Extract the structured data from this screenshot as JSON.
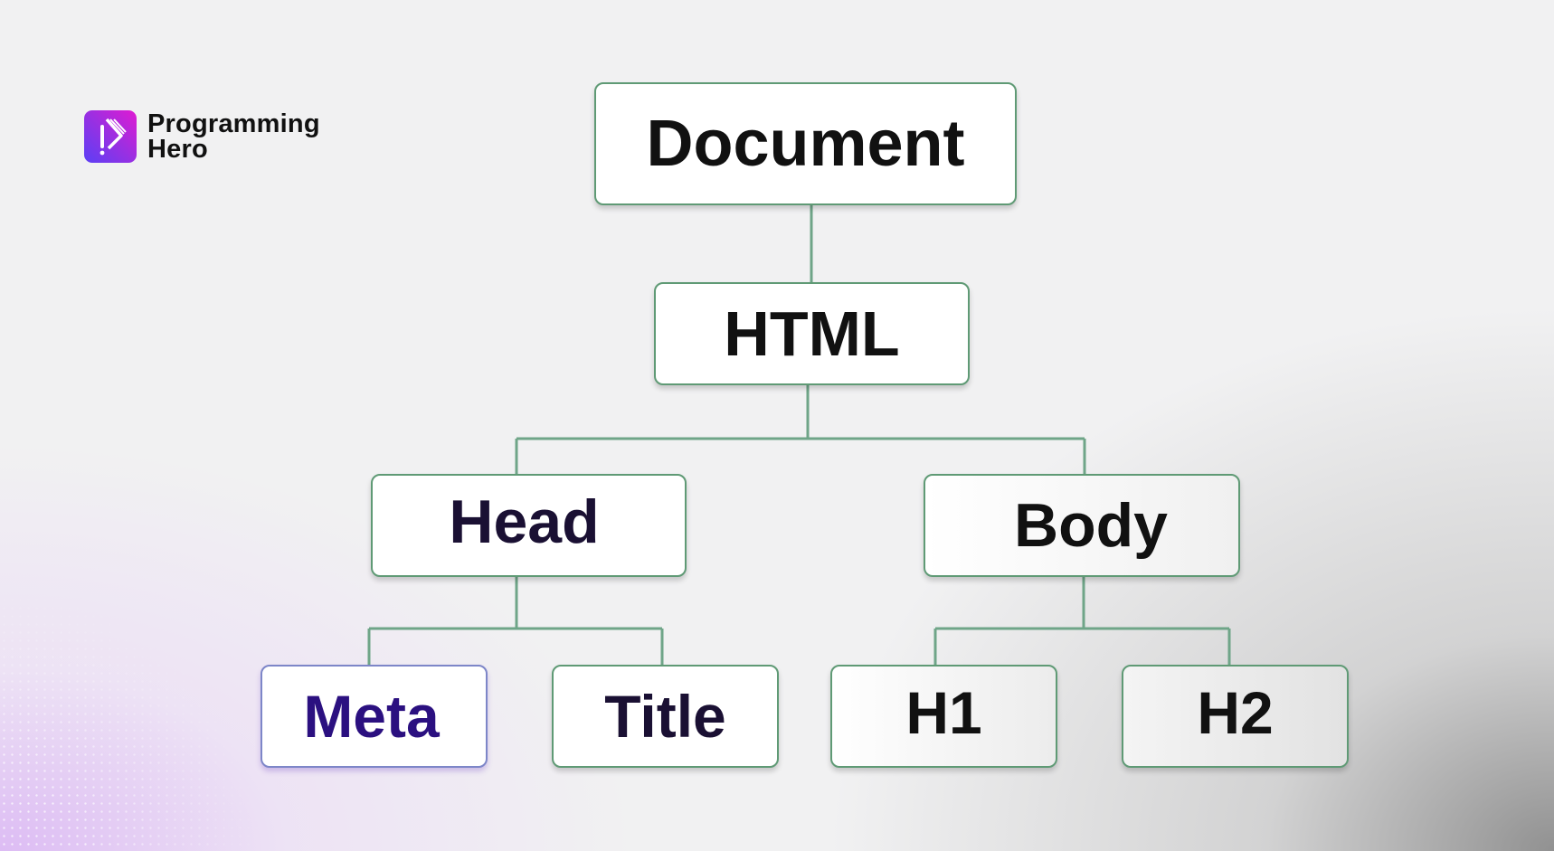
{
  "brand": {
    "name_line1": "Programming",
    "name_line2": "Hero",
    "logo_icon": "play-exclamation-icon"
  },
  "colors": {
    "connector": "#6fa588",
    "node_border": "#5f9a75",
    "meta_text": "#2b1080",
    "head_text": "#1a1033"
  },
  "tree": {
    "root": "Document",
    "html": "HTML",
    "head": "Head",
    "body": "Body",
    "meta": "Meta",
    "title": "Title",
    "h1": "H1",
    "h2": "H2"
  }
}
